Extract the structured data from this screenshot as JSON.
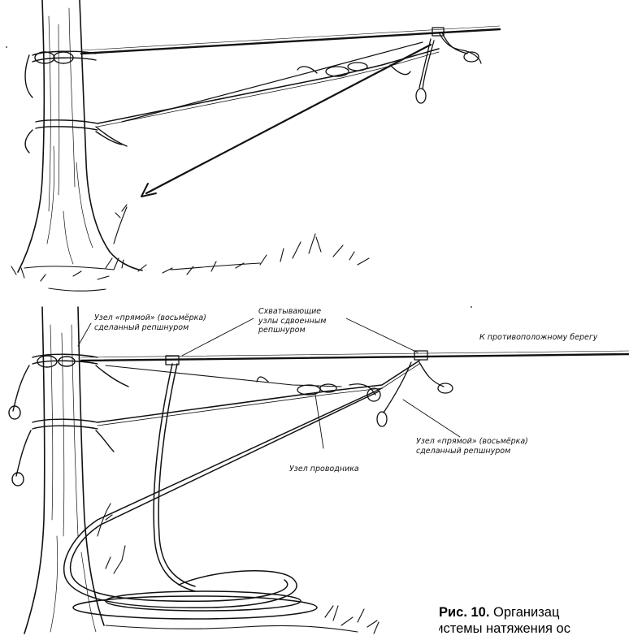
{
  "labels": {
    "square_knot_top": [
      "Узел «прямой» (восьмёрка)",
      "сделанный репшнуром"
    ],
    "gripping_knots": [
      "Схватывающие",
      "узлы сдвоенным",
      "репшнуром"
    ],
    "to_opposite_bank": "К противоположному берегу",
    "square_knot_right": [
      "Узел «прямой» (восьмёрка)",
      "сделанный репшнуром"
    ],
    "guide_knot": "Узел проводника"
  },
  "caption": {
    "number": "Рис. 10.",
    "line1": "Организац",
    "line2": "системы натяжения ос"
  },
  "colors": {
    "ink": "#111111",
    "background": "#ffffff"
  }
}
